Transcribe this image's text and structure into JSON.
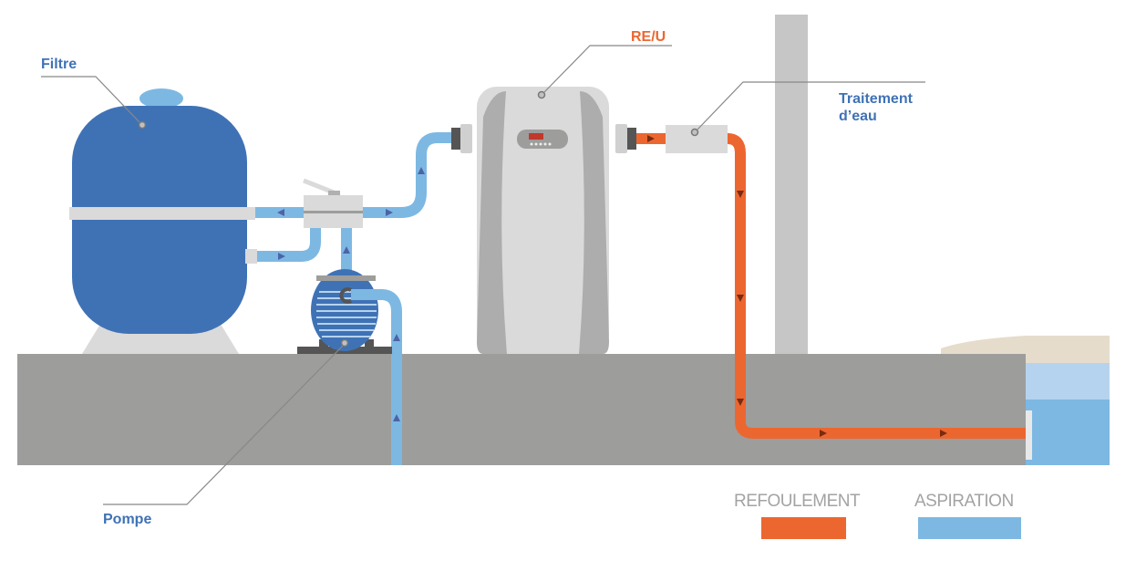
{
  "labels": {
    "filter": "Filtre",
    "heat_pump": "RE/U",
    "water_treatment_line1": "Traitement",
    "water_treatment_line2": "d’eau",
    "pump": "Pompe"
  },
  "legend": {
    "discharge": {
      "label": "REFOULEMENT",
      "color": "#ec6730"
    },
    "suction": {
      "label": "ASPIRATION",
      "color": "#7db8e3"
    }
  },
  "colors": {
    "equipment_blue": "#3f72b5",
    "label_blue": "#3f72b5",
    "heat_pump_label": "#ec6730",
    "ground": "#9d9d9c",
    "light_gray": "#dadada"
  }
}
